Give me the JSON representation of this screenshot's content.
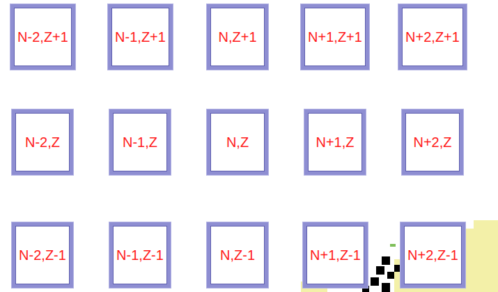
{
  "diagram": {
    "nodes": [
      {
        "text": [
          "N-2,Z+1"
        ]
      },
      {
        "text": [
          "N-1,Z+1"
        ]
      },
      {
        "text": [
          "N,Z+1"
        ]
      },
      {
        "text": [
          "N+1,Z+1"
        ]
      },
      {
        "text": [
          "N+2,Z+1"
        ]
      },
      {
        "text": [
          "N-2,Z"
        ]
      },
      {
        "text": [
          "N-1,Z"
        ]
      },
      {
        "text": [
          "N,Z"
        ]
      },
      {
        "text": [
          "N+1,Z"
        ]
      },
      {
        "text": [
          "N+2,Z"
        ]
      },
      {
        "text": [
          "N-2,Z-1"
        ]
      },
      {
        "text": [
          "N-1,Z-1"
        ]
      },
      {
        "text": [
          "N,Z-1"
        ]
      },
      {
        "text": [
          "N+1,Z-1"
        ]
      },
      {
        "text": [
          "N+2,Z-1"
        ]
      }
    ]
  }
}
